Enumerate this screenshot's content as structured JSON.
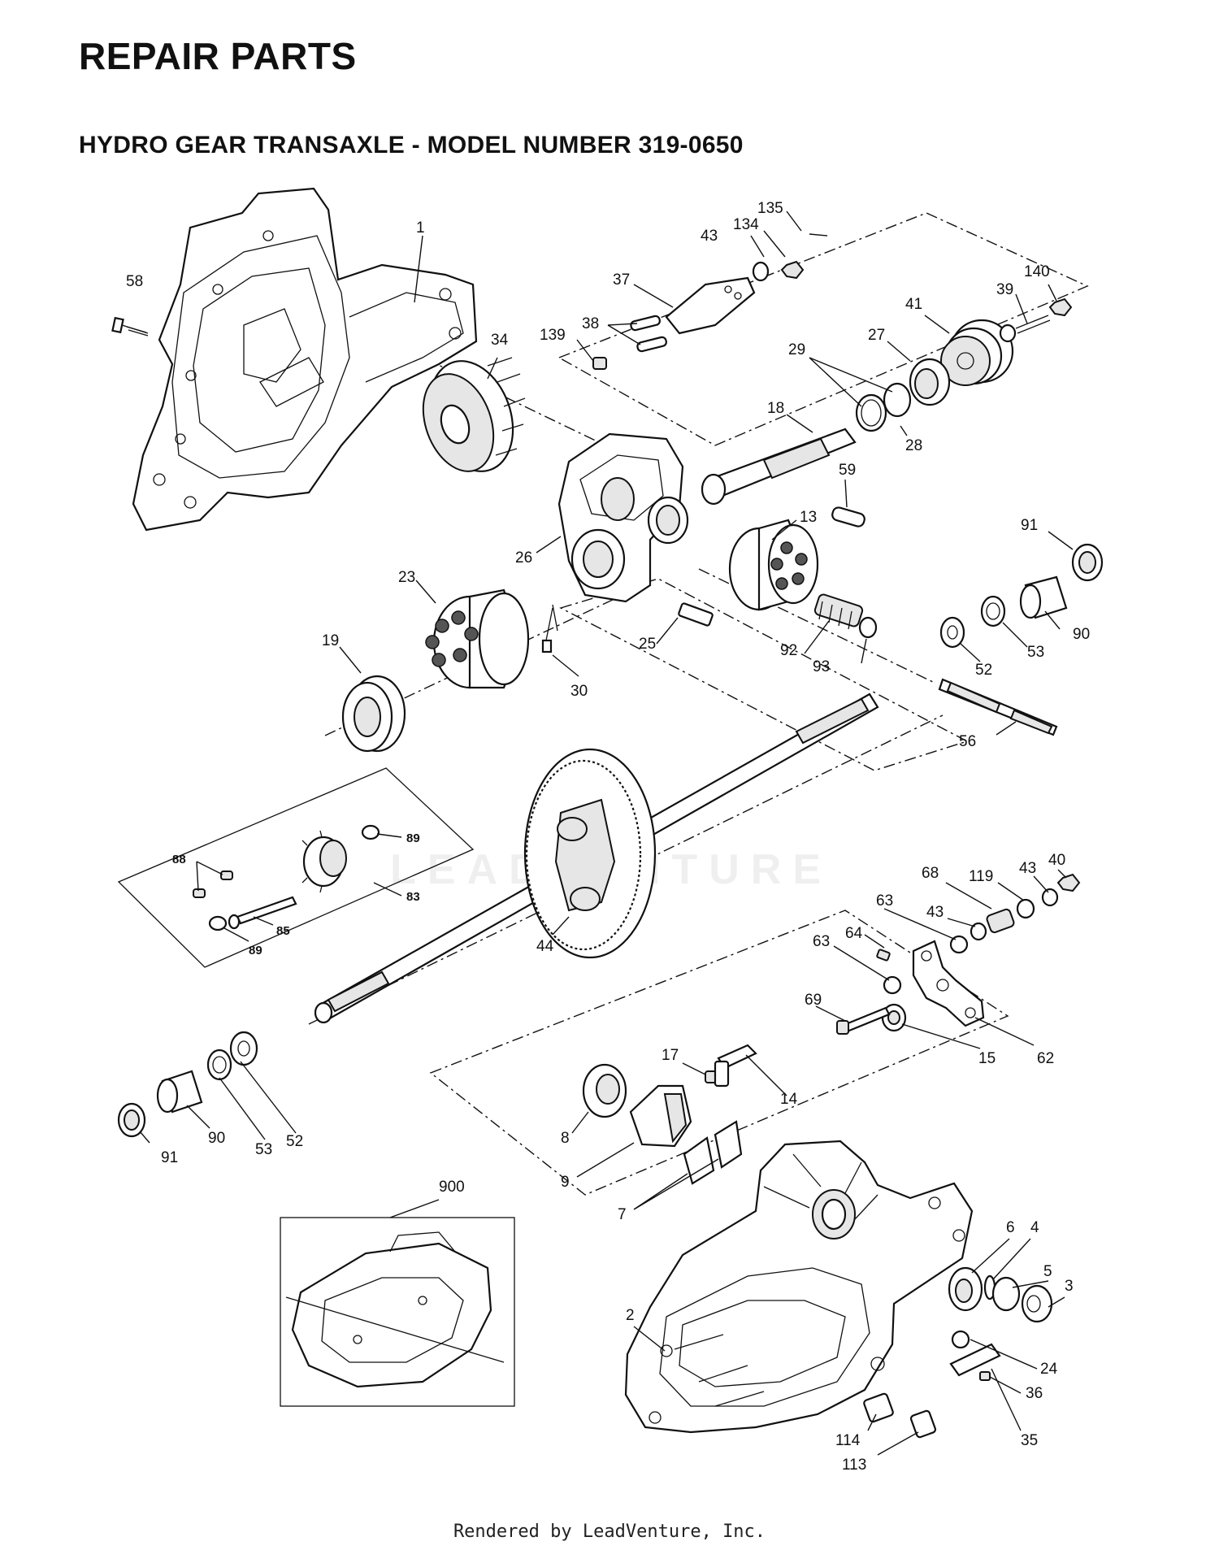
{
  "header": {
    "title": "REPAIR PARTS",
    "subtitle": "HYDRO GEAR TRANSAXLE - MODEL NUMBER 319-0650"
  },
  "footer": {
    "text": "Rendered by LeadVenture, Inc."
  },
  "watermark": {
    "text": "LEADVENTURE"
  },
  "callouts": [
    {
      "id": "1",
      "label": "1"
    },
    {
      "id": "58",
      "label": "58"
    },
    {
      "id": "34",
      "label": "34"
    },
    {
      "id": "135",
      "label": "135"
    },
    {
      "id": "134",
      "label": "134"
    },
    {
      "id": "43a",
      "label": "43"
    },
    {
      "id": "37",
      "label": "37"
    },
    {
      "id": "38",
      "label": "38"
    },
    {
      "id": "139",
      "label": "139"
    },
    {
      "id": "140",
      "label": "140"
    },
    {
      "id": "39",
      "label": "39"
    },
    {
      "id": "41",
      "label": "41"
    },
    {
      "id": "27",
      "label": "27"
    },
    {
      "id": "29",
      "label": "29"
    },
    {
      "id": "28",
      "label": "28"
    },
    {
      "id": "18",
      "label": "18"
    },
    {
      "id": "59",
      "label": "59"
    },
    {
      "id": "13",
      "label": "13"
    },
    {
      "id": "26",
      "label": "26"
    },
    {
      "id": "23",
      "label": "23"
    },
    {
      "id": "19",
      "label": "19"
    },
    {
      "id": "25",
      "label": "25"
    },
    {
      "id": "30",
      "label": "30"
    },
    {
      "id": "92",
      "label": "92"
    },
    {
      "id": "93",
      "label": "93"
    },
    {
      "id": "91a",
      "label": "91"
    },
    {
      "id": "90a",
      "label": "90"
    },
    {
      "id": "53a",
      "label": "53"
    },
    {
      "id": "52a",
      "label": "52"
    },
    {
      "id": "56",
      "label": "56"
    },
    {
      "id": "89a",
      "label": "89"
    },
    {
      "id": "88",
      "label": "88"
    },
    {
      "id": "83",
      "label": "83"
    },
    {
      "id": "85",
      "label": "85"
    },
    {
      "id": "89b",
      "label": "89"
    },
    {
      "id": "44",
      "label": "44"
    },
    {
      "id": "40",
      "label": "40"
    },
    {
      "id": "43b",
      "label": "43"
    },
    {
      "id": "68",
      "label": "68"
    },
    {
      "id": "119",
      "label": "119"
    },
    {
      "id": "63a",
      "label": "63"
    },
    {
      "id": "43c",
      "label": "43"
    },
    {
      "id": "64",
      "label": "64"
    },
    {
      "id": "63b",
      "label": "63"
    },
    {
      "id": "69",
      "label": "69"
    },
    {
      "id": "15",
      "label": "15"
    },
    {
      "id": "62",
      "label": "62"
    },
    {
      "id": "17",
      "label": "17"
    },
    {
      "id": "14",
      "label": "14"
    },
    {
      "id": "8",
      "label": "8"
    },
    {
      "id": "9",
      "label": "9"
    },
    {
      "id": "7",
      "label": "7"
    },
    {
      "id": "52b",
      "label": "52"
    },
    {
      "id": "53b",
      "label": "53"
    },
    {
      "id": "90b",
      "label": "90"
    },
    {
      "id": "91b",
      "label": "91"
    },
    {
      "id": "900",
      "label": "900"
    },
    {
      "id": "6",
      "label": "6"
    },
    {
      "id": "4",
      "label": "4"
    },
    {
      "id": "5",
      "label": "5"
    },
    {
      "id": "3",
      "label": "3"
    },
    {
      "id": "2",
      "label": "2"
    },
    {
      "id": "24",
      "label": "24"
    },
    {
      "id": "36",
      "label": "36"
    },
    {
      "id": "35",
      "label": "35"
    },
    {
      "id": "114",
      "label": "114"
    },
    {
      "id": "113",
      "label": "113"
    }
  ]
}
